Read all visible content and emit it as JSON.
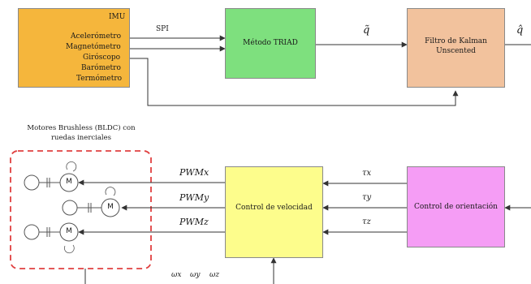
{
  "imu": {
    "title": "IMU",
    "sensors": [
      "Acelerómetro",
      "Magnetómetro",
      "Giróscopo",
      "Barómetro",
      "Termómetro"
    ],
    "color": "#f5b63c"
  },
  "link_spi": "SPI",
  "triad": {
    "label": "Método TRIAD",
    "color": "#7ee07e"
  },
  "q_tilde": "q̃",
  "kalman": {
    "label_line1": "Filtro de Kalman",
    "label_line2": "Unscented",
    "color": "#f2c29d"
  },
  "q_hat": "q̂",
  "motors": {
    "title_line1": "Motores Brushless (BLDC) con",
    "title_line2": "ruedas inerciales",
    "motor_label": "M",
    "border_color": "#e04040"
  },
  "pwm": [
    "PWMx",
    "PWMy",
    "PWMz"
  ],
  "velocity_control": {
    "label": "Control de velocidad",
    "color": "#fdfd8c"
  },
  "tau": [
    "τx",
    "τy",
    "τz"
  ],
  "orientation_control": {
    "label": "Control de orientación",
    "color": "#f59df5"
  },
  "omega": [
    "ωx",
    "ωy",
    "ωz"
  ]
}
